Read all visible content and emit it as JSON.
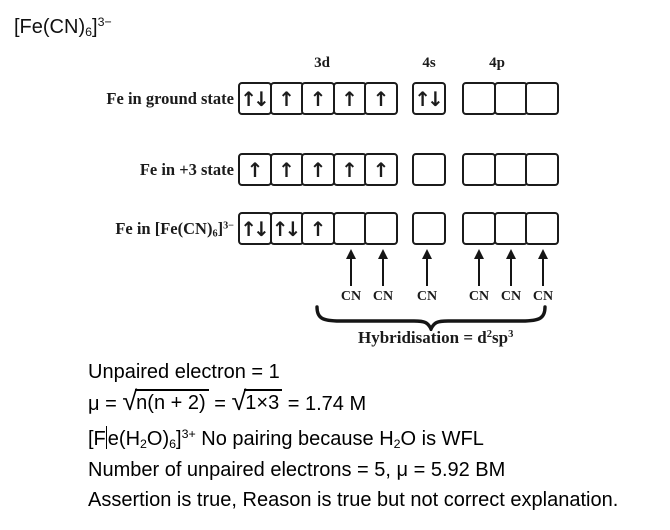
{
  "page": {
    "title": [
      {
        "t": "[Fe(CN)"
      },
      {
        "t": "6",
        "s": "sub"
      },
      {
        "t": "]"
      },
      {
        "t": "3−",
        "s": "sup"
      }
    ]
  },
  "diagram": {
    "orbital_headers": [
      "3d",
      "4s",
      "4p"
    ],
    "electron_glyphs": {
      "paired": "↑↓",
      "up": "↑",
      "empty": ""
    },
    "rows": [
      {
        "label": [
          {
            "t": "Fe in ground state"
          }
        ],
        "d3": [
          "paired",
          "up",
          "up",
          "up",
          "up"
        ],
        "s4": [
          "paired"
        ],
        "p4": [
          "empty",
          "empty",
          "empty"
        ]
      },
      {
        "label": [
          {
            "t": "Fe in +3 state"
          }
        ],
        "d3": [
          "up",
          "up",
          "up",
          "up",
          "up"
        ],
        "s4": [
          "empty"
        ],
        "p4": [
          "empty",
          "empty",
          "empty"
        ]
      },
      {
        "label": [
          {
            "t": "Fe in [Fe(CN)"
          },
          {
            "t": "6",
            "s": "sub"
          },
          {
            "t": "]"
          },
          {
            "t": "3−",
            "s": "sup"
          }
        ],
        "d3": [
          "paired",
          "paired",
          "up",
          "empty",
          "empty"
        ],
        "s4": [
          "empty"
        ],
        "p4": [
          "empty",
          "empty",
          "empty"
        ]
      }
    ],
    "ligands": [
      "CN",
      "CN",
      "CN",
      "CN",
      "CN",
      "CN"
    ],
    "hybridisation": [
      {
        "t": "Hybridisation = d"
      },
      {
        "t": "2",
        "s": "sup"
      },
      {
        "t": "sp"
      },
      {
        "t": "3",
        "s": "sup"
      }
    ]
  },
  "notes": {
    "line1": "Unpaired electron = 1",
    "mu_formula": {
      "lead": "μ = ",
      "sqrt_symbol": "√",
      "radicand1": "n(n + 2)",
      "equals1": " = ",
      "radicand2": "1×3",
      "tail": " = 1.74 M"
    },
    "line3": [
      {
        "t": "[F"
      },
      {
        "t": "",
        "s": "caret"
      },
      {
        "t": "e(H"
      },
      {
        "t": "2",
        "s": "sub"
      },
      {
        "t": "O)"
      },
      {
        "t": "6",
        "s": "sub"
      },
      {
        "t": "]"
      },
      {
        "t": "3+",
        "s": "sup"
      },
      {
        "t": " No pairing because H"
      },
      {
        "t": "2",
        "s": "sub"
      },
      {
        "t": "O is WFL"
      }
    ],
    "line4": [
      {
        "t": "Number of unpaired electrons = 5, μ = 5.92 BM"
      }
    ],
    "line5": "Assertion is true, Reason is true but not correct explanation."
  }
}
